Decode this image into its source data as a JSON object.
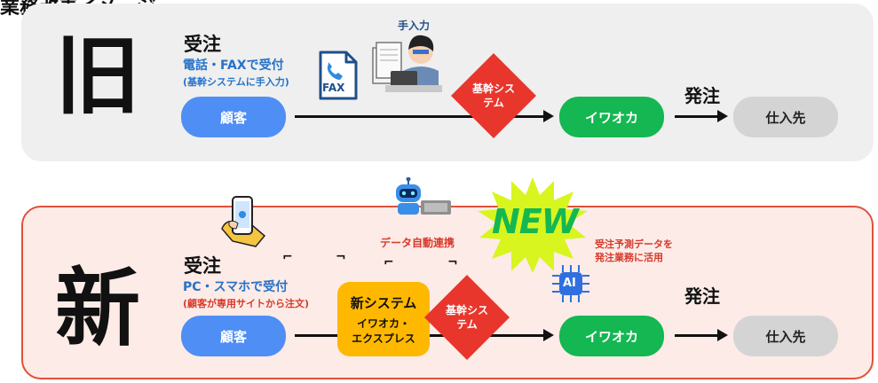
{
  "page_title": "業務改善イメージ",
  "old": {
    "big_label": "旧",
    "order_heading": "受注",
    "order_method": "電話・FAXで受付",
    "order_note": "(基幹システムに手入力)",
    "fax_label": "FAX",
    "manual_input": "手入力",
    "customer": "顧客",
    "core_system_line1": "基幹シス",
    "core_system_line2": "テム",
    "company": "イワオカ",
    "purchase_heading": "発注",
    "supplier": "仕入先"
  },
  "new": {
    "big_label": "新",
    "order_heading": "受注",
    "order_method": "PC・スマホで受付",
    "order_note": "(顧客が専用サイトから注文)",
    "data_sync": "データ自動連携",
    "new_badge": "NEW",
    "ai_label": "AI",
    "forecast_line1": "受注予測データを",
    "forecast_line2": "発注業務に活用",
    "customer": "顧客",
    "new_system_title": "新システム",
    "new_system_name_line1": "イワオカ・",
    "new_system_name_line2": "エクスプレス",
    "core_system_line1": "基幹シス",
    "core_system_line2": "テム",
    "company": "イワオカ",
    "purchase_heading": "発注",
    "supplier": "仕入先"
  },
  "colors": {
    "customer_pill": "#4e8ef5",
    "company_pill": "#14b751",
    "supplier_pill": "#d4d4d4",
    "core_system_diamond": "#e8362c",
    "new_system_box": "#ffb800",
    "new_badge_text": "#14b751",
    "new_badge_burst": "#d8f51f",
    "new_panel_border": "#e0513a",
    "method_text": "#2672c8",
    "note_text": "#d63a2a"
  },
  "icons": [
    "fax-icon",
    "office-worker-icon",
    "smartphone-hand-icon",
    "robot-icon",
    "ai-chip-icon",
    "new-burst-icon"
  ]
}
